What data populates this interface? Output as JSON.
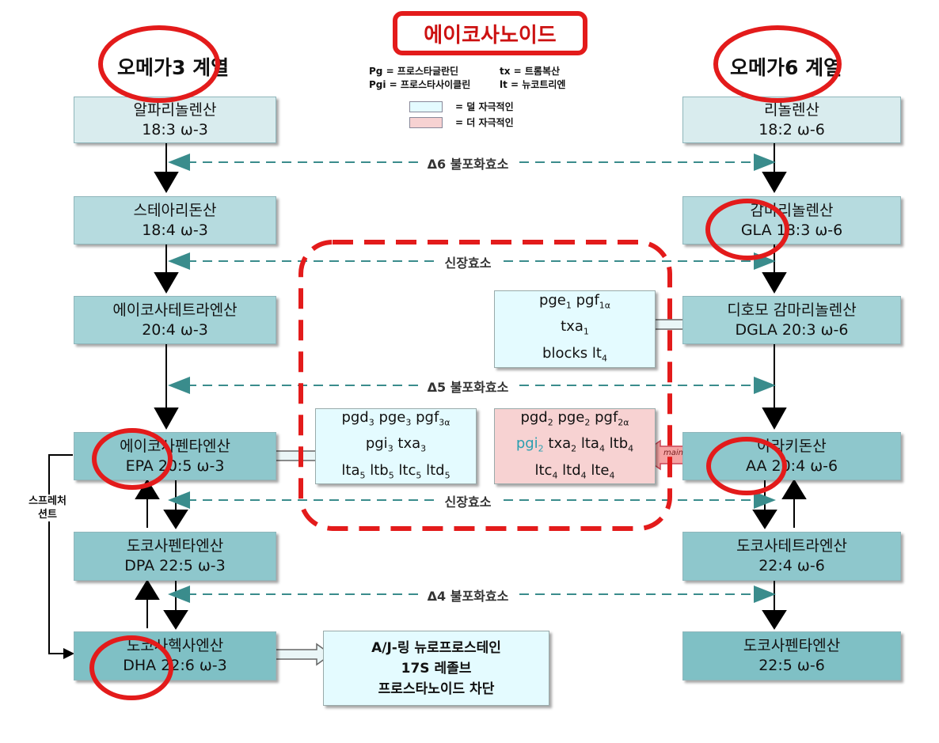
{
  "title": "에이코사노이드",
  "series_left": "오메가3 계열",
  "series_right": "오메가6 계열",
  "abbrev": {
    "pg": "Pg = 프로스타글란딘",
    "tx": "tx = 트롬복산",
    "pgi": "Pgi = 프로스타사이클린",
    "lt": "lt = 뉴코트리엔"
  },
  "legend": {
    "less": "= 덜 자극적인",
    "more": "= 더 자극적인"
  },
  "colors": {
    "less_inflammatory": "#e4fbff",
    "more_inflammatory": "#f7d2d2",
    "highlight_red": "#e31b1b",
    "enzyme_arrow": "#2e7d7d"
  },
  "left": [
    {
      "name": "알파리놀렌산",
      "formula": "18:3 ω-3"
    },
    {
      "name": "스테아리돈산",
      "formula": "18:4 ω-3"
    },
    {
      "name": "에이코사테트라엔산",
      "formula": "20:4 ω-3"
    },
    {
      "name": "에이코사펜타엔산",
      "formula": "EPA  20:5 ω-3"
    },
    {
      "name": "도코사펜타엔산",
      "formula": "DPA  22:5 ω-3"
    },
    {
      "name": "도코사헥사엔산",
      "formula": "DHA  22:6 ω-3"
    }
  ],
  "right": [
    {
      "name": "리놀렌산",
      "formula": "18:2 ω-6"
    },
    {
      "name": "감마리놀렌산",
      "formula": "GLA  18:3 ω-6"
    },
    {
      "name": "디호모 감마리놀렌산",
      "formula": "DGLA  20:3 ω-6"
    },
    {
      "name": "아라키돈산",
      "formula": "AA  20:4 ω-6"
    },
    {
      "name": "도코사테트라엔산",
      "formula": "22:4 ω-6"
    },
    {
      "name": "도코사펜타엔산",
      "formula": "22:5 ω-6"
    }
  ],
  "enzymes": {
    "d6": "Δ6 불포화효소",
    "elong1": "신장효소",
    "d5": "Δ5 불포화효소",
    "elong2": "신장효소",
    "d4": "Δ4 불포화효소"
  },
  "sprecher": {
    "line1": "스프레처",
    "line2": "션트"
  },
  "dgla_products": {
    "l1": "pge",
    "l2": "txa",
    "l3": "blocks lt"
  },
  "epa_products": {
    "l1": "pgd",
    "l2": "pgi",
    "l3": "lta"
  },
  "aa_products": {
    "l1": "pgd",
    "l2": "pgi",
    "l3": "ltc",
    "main_label": "main"
  },
  "dha_products": {
    "l1": "A/J-링 뉴로프로스테인",
    "l2": "17S 레졸브",
    "l3": "프로스타노이드 차단"
  }
}
